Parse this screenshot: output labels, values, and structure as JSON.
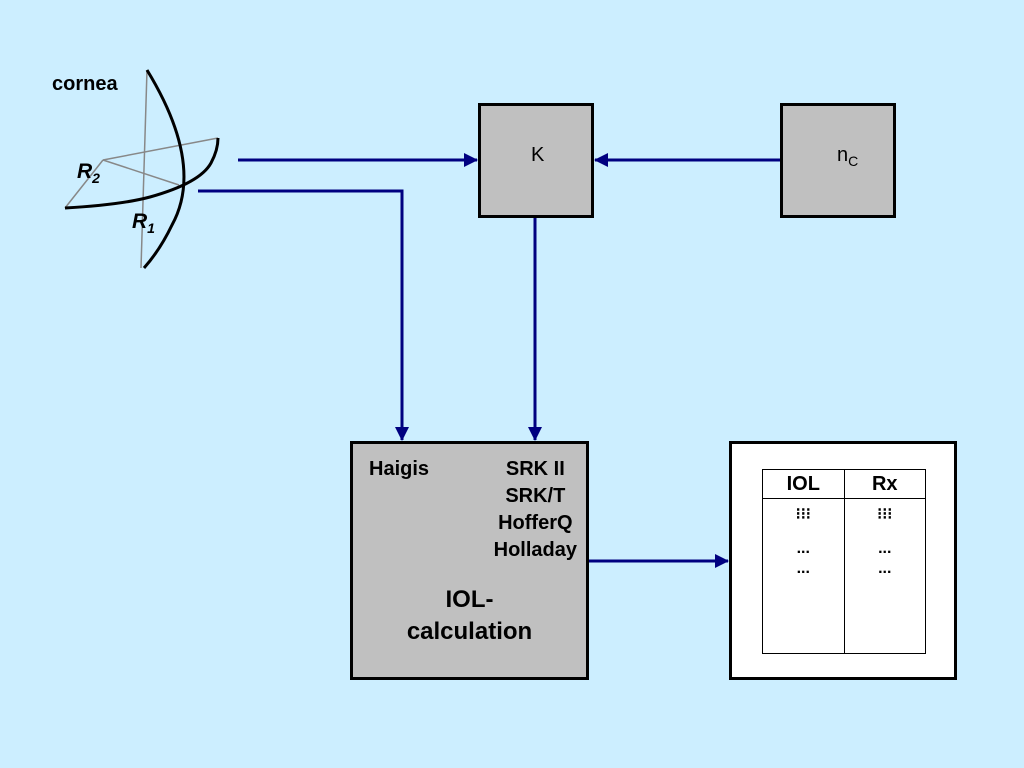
{
  "cornea": {
    "label": "cornea",
    "r1": {
      "base": "R",
      "sub": "1"
    },
    "r2": {
      "base": "R",
      "sub": "2"
    }
  },
  "k_box": {
    "label": "K"
  },
  "nc_box": {
    "base": "n",
    "sub": "C"
  },
  "iol_calculation": {
    "haigis": "Haigis",
    "methods": [
      "SRK II",
      "SRK/T",
      "HofferQ",
      "Holladay"
    ],
    "title_line1": "IOL-",
    "title_line2": "calculation"
  },
  "result_table": {
    "headers": [
      "IOL",
      "Rx"
    ],
    "rows": [
      [
        "⁝⁝⁝",
        "⁝⁝⁝"
      ],
      [
        "...",
        "..."
      ],
      [
        "...",
        "..."
      ]
    ]
  },
  "colors": {
    "background": "#cceeff",
    "box_fill": "#c0c0c0",
    "arrow": "#000080",
    "result_fill": "#ffffff"
  }
}
